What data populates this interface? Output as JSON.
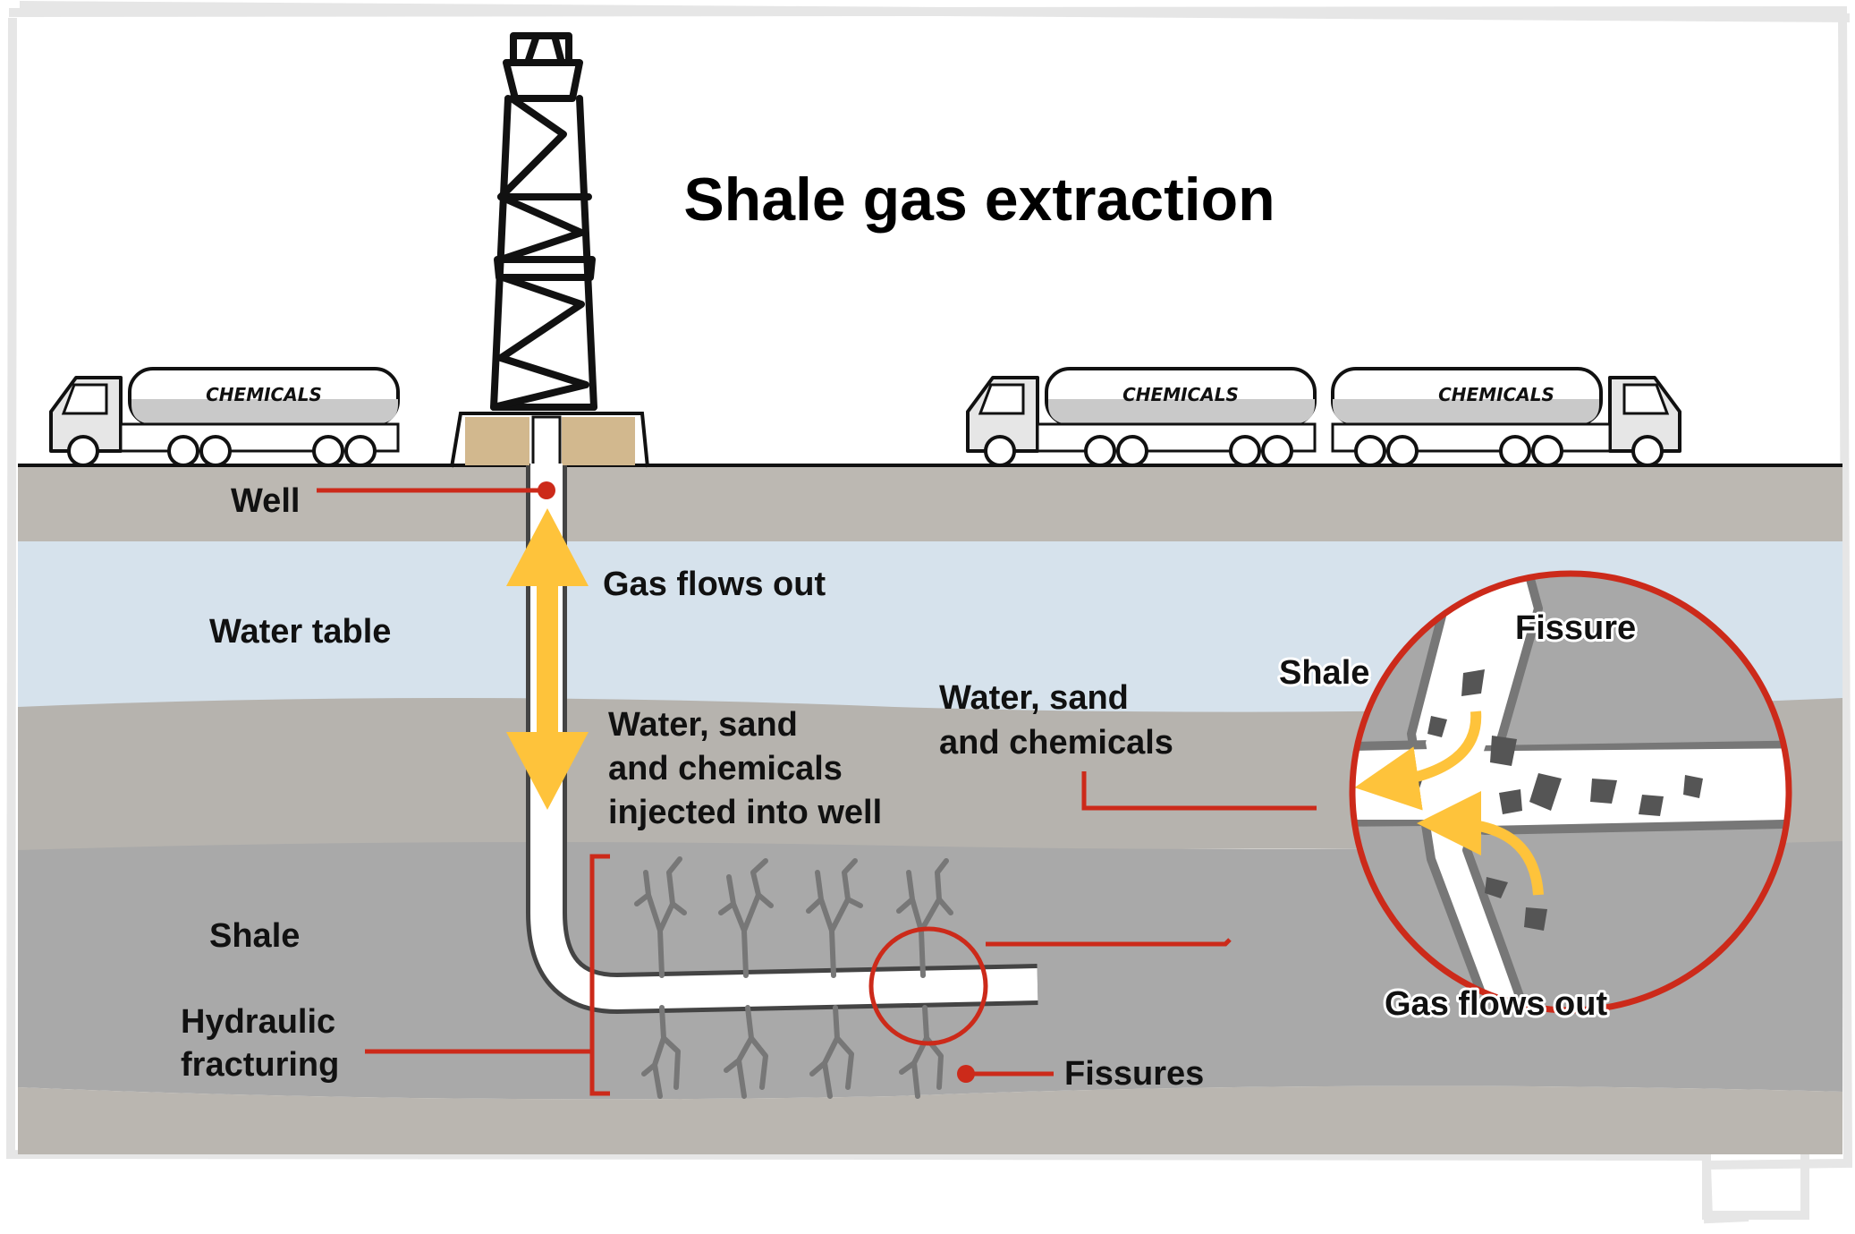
{
  "title": "Shale gas extraction",
  "truck_label": "CHEMICALS",
  "labels": {
    "well": "Well",
    "gas_flows_out": "Gas flows out",
    "water_table": "Water table",
    "injected_line1": "Water, sand",
    "injected_line2": "and chemicals",
    "injected_line3": "injected into well",
    "shale": "Shale",
    "hydraulic_line1": "Hydraulic",
    "hydraulic_line2": "fracturing",
    "fissures": "Fissures"
  },
  "inset": {
    "shale": "Shale",
    "fissure": "Fissure",
    "water_line1": "Water, sand",
    "water_line2": "and chemicals",
    "gas_flows_out": "Gas flows out"
  },
  "colors": {
    "layer_top": "#bcb8b2",
    "water_table": "#d6e2ec",
    "upper_ground": "#b6b3ae",
    "shale": "#a9a9a9",
    "accent_red": "#cc2a1a",
    "arrow_yellow": "#fec33b",
    "pad_tan": "#d2b88e"
  }
}
